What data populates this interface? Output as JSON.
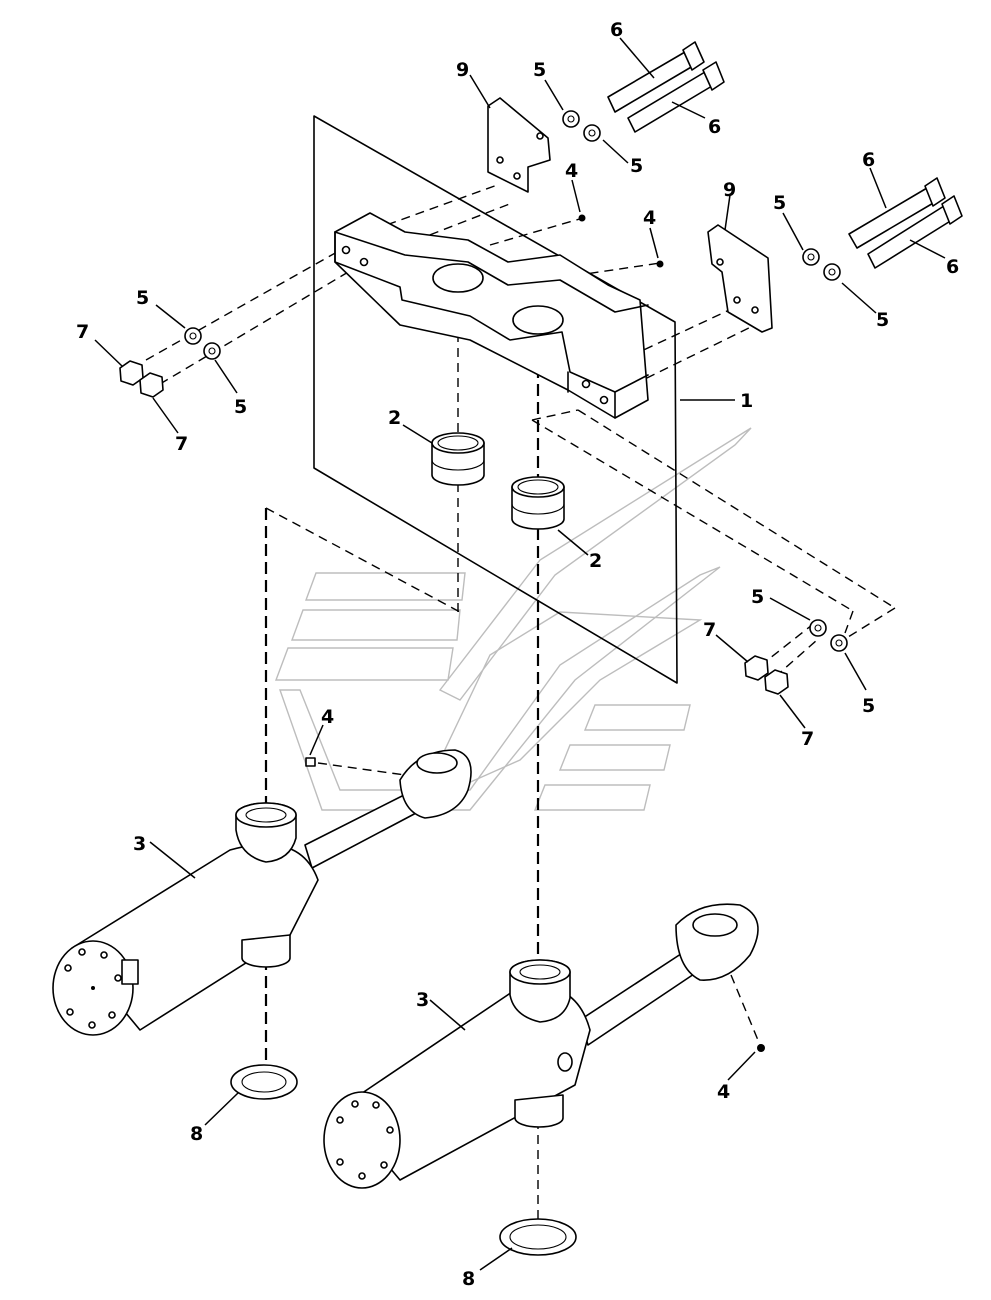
{
  "diagram": {
    "callouts": [
      {
        "id": "c1",
        "text": "1"
      },
      {
        "id": "c2a",
        "text": "2"
      },
      {
        "id": "c2b",
        "text": "2"
      },
      {
        "id": "c3a",
        "text": "3"
      },
      {
        "id": "c3b",
        "text": "3"
      },
      {
        "id": "c4a",
        "text": "4"
      },
      {
        "id": "c4b",
        "text": "4"
      },
      {
        "id": "c4c",
        "text": "4"
      },
      {
        "id": "c4d",
        "text": "4"
      },
      {
        "id": "c5a",
        "text": "5"
      },
      {
        "id": "c5b",
        "text": "5"
      },
      {
        "id": "c5c",
        "text": "5"
      },
      {
        "id": "c5d",
        "text": "5"
      },
      {
        "id": "c5e",
        "text": "5"
      },
      {
        "id": "c5f",
        "text": "5"
      },
      {
        "id": "c5g",
        "text": "5"
      },
      {
        "id": "c5h",
        "text": "5"
      },
      {
        "id": "c6a",
        "text": "6"
      },
      {
        "id": "c6b",
        "text": "6"
      },
      {
        "id": "c6c",
        "text": "6"
      },
      {
        "id": "c6d",
        "text": "6"
      },
      {
        "id": "c7a",
        "text": "7"
      },
      {
        "id": "c7b",
        "text": "7"
      },
      {
        "id": "c7c",
        "text": "7"
      },
      {
        "id": "c7d",
        "text": "7"
      },
      {
        "id": "c8a",
        "text": "8"
      },
      {
        "id": "c8b",
        "text": "8"
      },
      {
        "id": "c9a",
        "text": "9"
      },
      {
        "id": "c9b",
        "text": "9"
      }
    ]
  },
  "colors": {
    "line": "#000000",
    "watermark": "#bdbdbd",
    "background": "#ffffff"
  }
}
